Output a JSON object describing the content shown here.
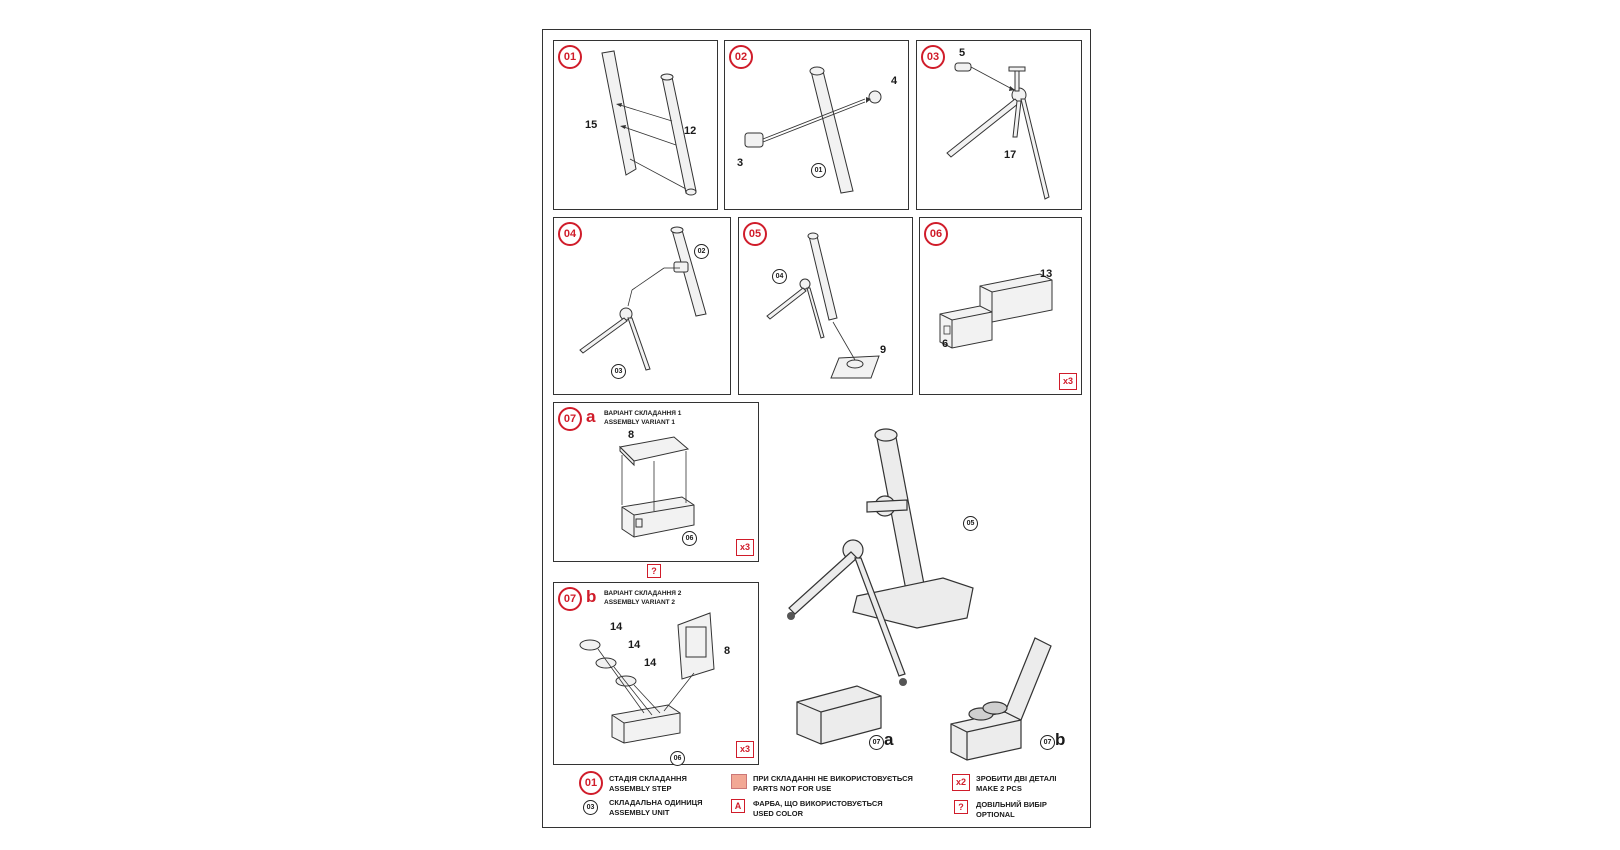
{
  "colors": {
    "accent": "#d01c2a",
    "not_used": "#f2a895",
    "line": "#333333"
  },
  "steps": [
    {
      "id": "01",
      "parts": [
        "15",
        "12"
      ]
    },
    {
      "id": "02",
      "parts": [
        "4",
        "3"
      ],
      "unit": "01"
    },
    {
      "id": "03",
      "parts": [
        "5",
        "17"
      ]
    },
    {
      "id": "04",
      "unit": "02",
      "unit2": "03"
    },
    {
      "id": "05",
      "unit": "04",
      "parts": [
        "9"
      ]
    },
    {
      "id": "06",
      "parts": [
        "13",
        "6"
      ],
      "multiplier": "x3"
    },
    {
      "id": "07",
      "letter": "a",
      "title1": "ВАРІАНТ СКЛАДАННЯ 1",
      "title2": "ASSEMBLY VARIANT 1",
      "parts": [
        "8"
      ],
      "unit": "06",
      "multiplier": "x3",
      "optional": "?"
    },
    {
      "id": "07",
      "letter": "b",
      "title1": "ВАРІАНТ СКЛАДАННЯ 2",
      "title2": "ASSEMBLY VARIANT 2",
      "parts": [
        "14",
        "14",
        "14",
        "8"
      ],
      "unit": "06",
      "multiplier": "x3"
    }
  ],
  "final": {
    "unit": "05",
    "box_a_unit": "07",
    "box_a_letter": "a",
    "box_b_unit": "07",
    "box_b_letter": "b"
  },
  "legend": {
    "step_symbol": "01",
    "step_uk": "СТАДІЯ СКЛАДАННЯ",
    "step_en": "ASSEMBLY STEP",
    "unit_symbol": "03",
    "unit_uk": "СКЛАДАЛЬНА ОДИНИЦЯ",
    "unit_en": "ASSEMBLY UNIT",
    "notused_uk": "ПРИ СКЛАДАННІ НЕ ВИКОРИСТОВУЄТЬСЯ",
    "notused_en": "PARTS NOT FOR USE",
    "color_symbol": "A",
    "color_uk": "ФАРБА, ЩО ВИКОРИСТОВУЄТЬСЯ",
    "color_en": "USED COLOR",
    "make2_symbol": "x2",
    "make2_uk": "ЗРОБИТИ ДВІ ДЕТАЛІ",
    "make2_en": "MAKE 2 PCS",
    "optional_symbol": "?",
    "optional_uk": "ДОВІЛЬНИЙ ВИБІР",
    "optional_en": "OPTIONAL"
  }
}
